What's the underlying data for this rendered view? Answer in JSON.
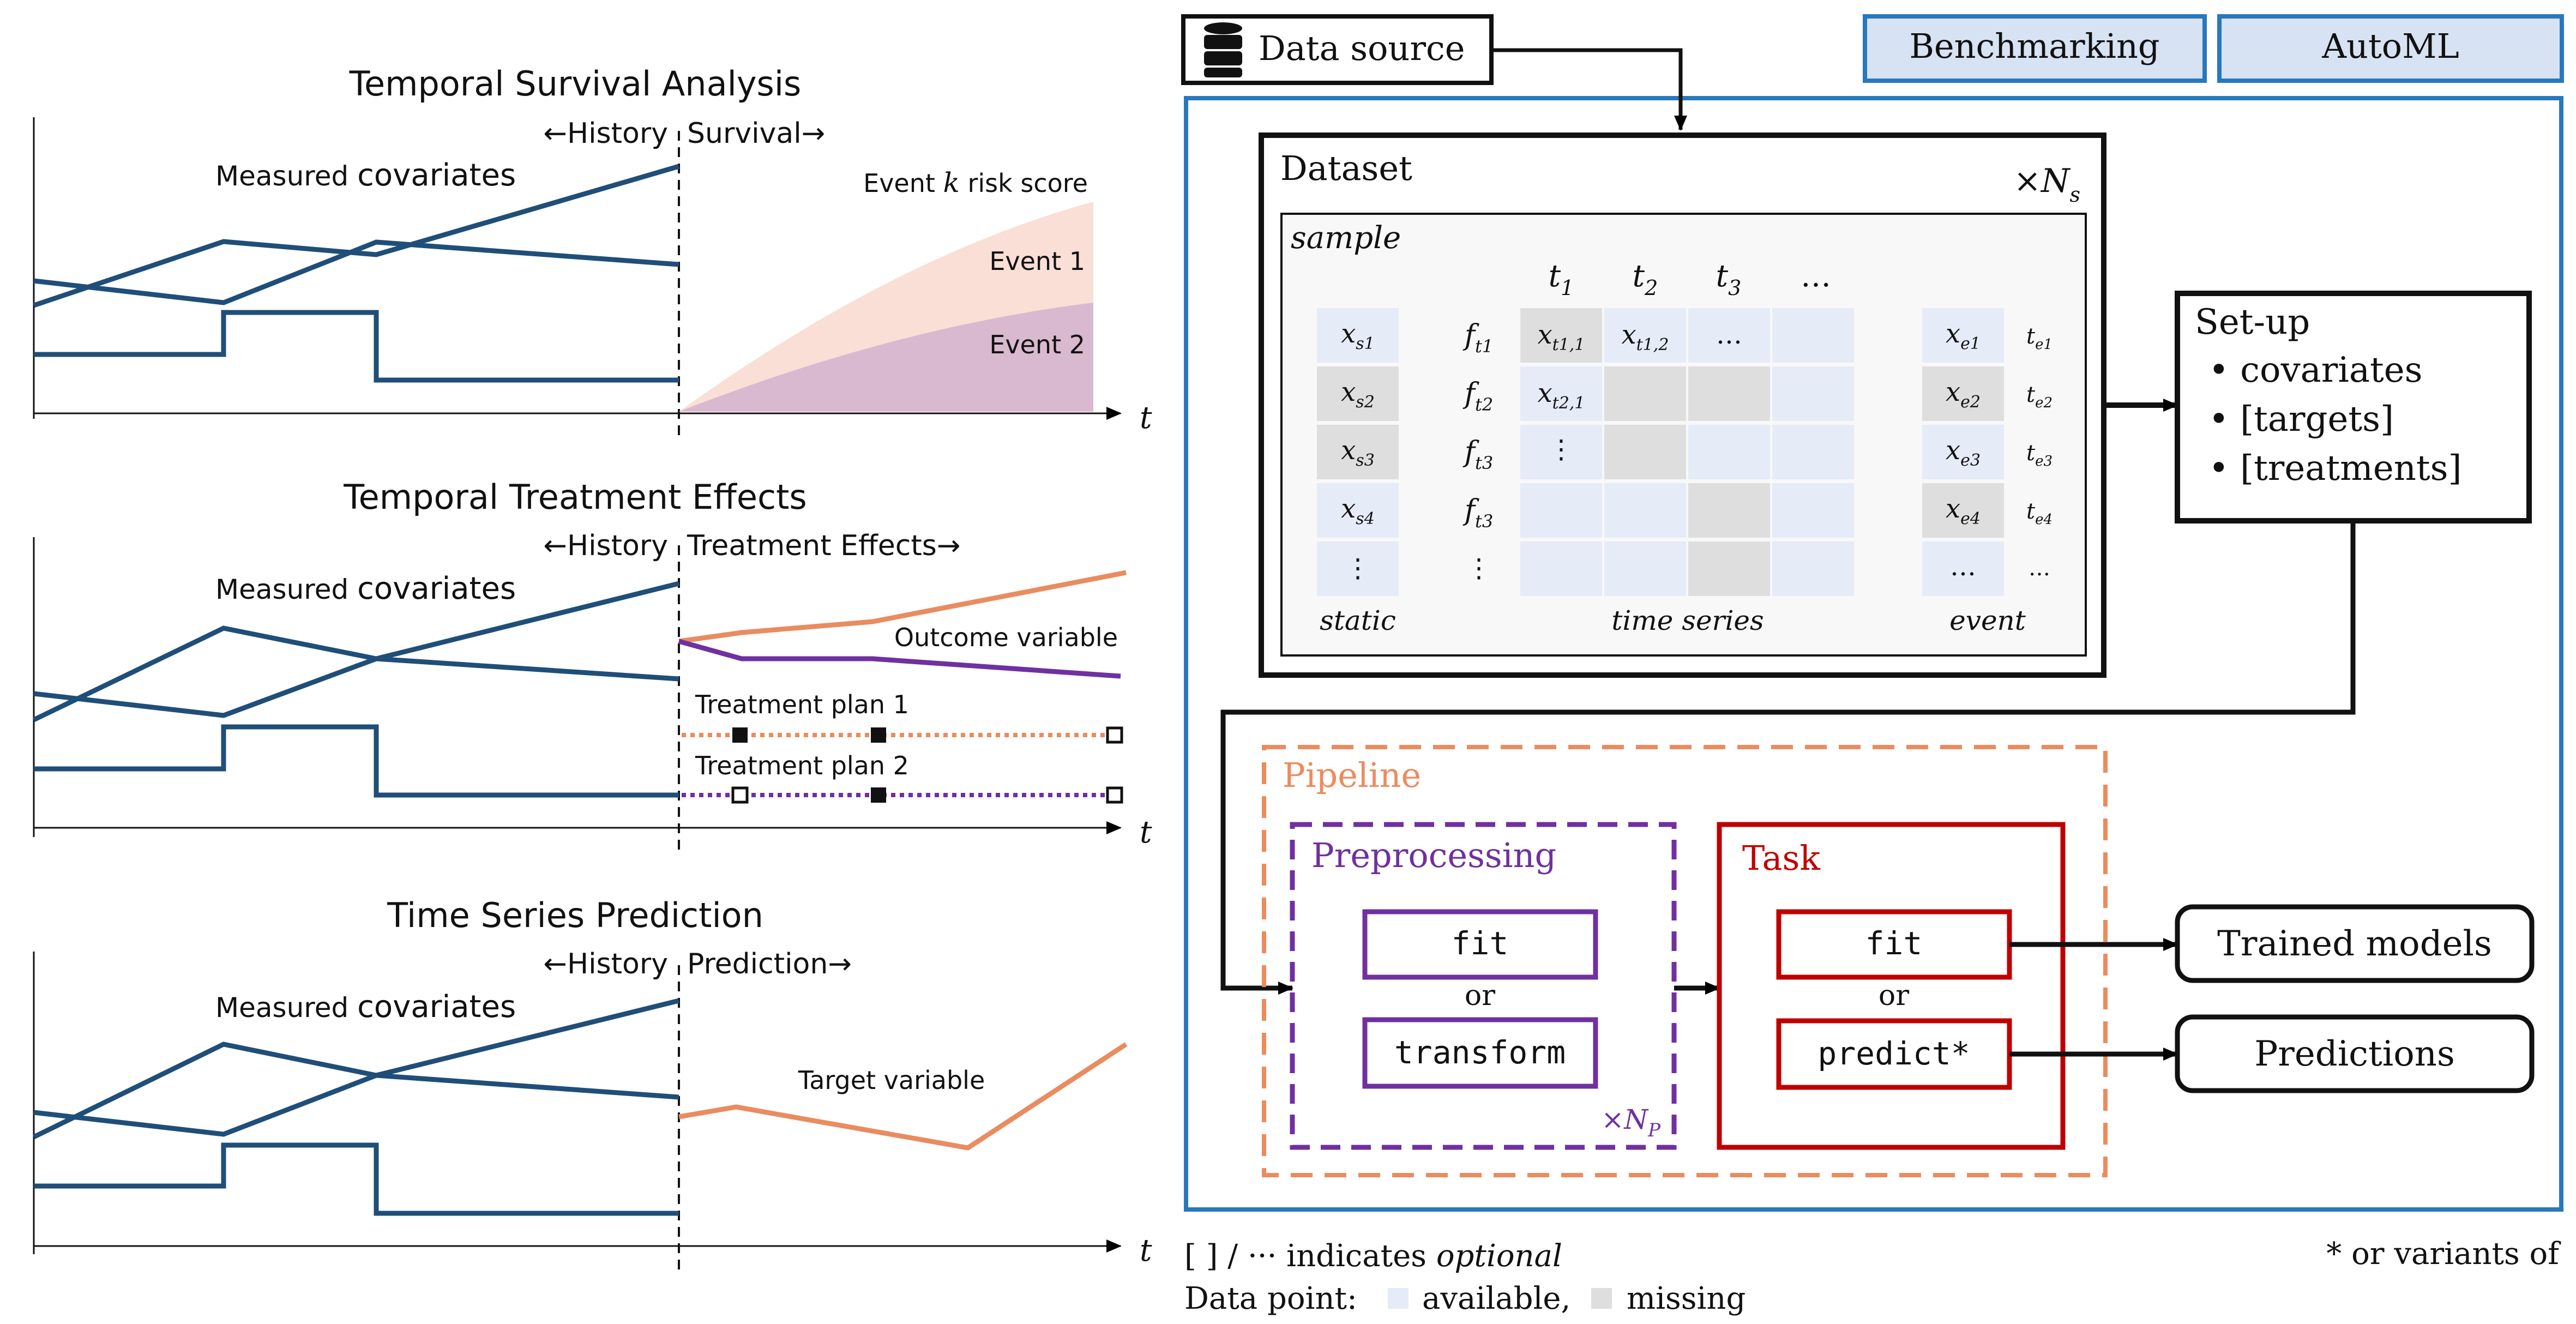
{
  "colors": {
    "covariate_line": "#1f4e79",
    "outcome_orange": "#e98c5f",
    "treatment_purple": "#7030a0",
    "frame_blue": "#2878bd",
    "button_fill": "#d7e2f3",
    "pipeline_orange": "#ec8b5e",
    "task_red": "#c00000",
    "cell_available": "#e6ebf8",
    "cell_missing": "#dedede",
    "event1_fill": "#f9dfd6",
    "event2_fill": "#d9b9cf"
  },
  "panels": [
    {
      "title": "Temporal Survival Analysis",
      "history_label": "←History",
      "future_label": "Survival→",
      "covariates_prefix": "Measured ",
      "covariates_word": "covariates",
      "risk_label_prefix": "Event ",
      "risk_label_k": "k",
      "risk_label_suffix": " risk score",
      "event1_label": "Event 1",
      "event2_label": "Event 2",
      "axis_t": "t"
    },
    {
      "title": "Temporal Treatment Effects",
      "history_label": "←History",
      "future_label": "Treatment Effects→",
      "covariates_prefix": "Measured ",
      "covariates_word": "covariates",
      "outcome_label": "Outcome variable",
      "plan1_label": "Treatment plan 1",
      "plan2_label": "Treatment plan 2",
      "axis_t": "t"
    },
    {
      "title": "Time Series Prediction",
      "history_label": "←History",
      "future_label": "Prediction→",
      "covariates_prefix": "Measured ",
      "covariates_word": "covariates",
      "target_label": "Target variable",
      "axis_t": "t"
    }
  ],
  "framework": {
    "data_source_label": "Data source",
    "benchmarking_label": "Benchmarking",
    "automl_label": "AutoML",
    "dataset_label": "Dataset",
    "dataset_multiplier": "×N",
    "dataset_multiplier_sub": "s",
    "sample_label": "sample",
    "time_headers": [
      "t",
      "t",
      "t",
      "…"
    ],
    "time_header_subs": [
      "1",
      "2",
      "3",
      ""
    ],
    "static_cells": [
      "x",
      "x",
      "x",
      "x",
      "⋮"
    ],
    "static_subs": [
      "s1",
      "s2",
      "s3",
      "s4",
      ""
    ],
    "feature_cells": [
      "f",
      "f",
      "f",
      "f",
      "⋮"
    ],
    "feature_subs": [
      "t1",
      "t2",
      "t3",
      "t3",
      ""
    ],
    "ts_cells": [
      "x",
      "x",
      "…",
      "x",
      "⋮"
    ],
    "ts_subs": [
      "t1,1",
      "t1,2",
      "",
      "t2,1",
      ""
    ],
    "event_cells": [
      "x",
      "x",
      "x",
      "x",
      "…"
    ],
    "event_subs": [
      "e1",
      "e2",
      "e3",
      "e4",
      ""
    ],
    "event_time_cells": [
      "t",
      "t",
      "t",
      "t",
      "…"
    ],
    "event_time_subs": [
      "e1",
      "e2",
      "e3",
      "e4",
      ""
    ],
    "static_caption": "static",
    "ts_caption": "time series",
    "event_caption": "event",
    "setup_title": "Set-up",
    "setup_items": [
      "covariates",
      "[targets]",
      "[treatments]"
    ],
    "pipeline_label": "Pipeline",
    "preprocessing_label": "Preprocessing",
    "preprocessing_fit": "fit",
    "preprocessing_or": "or",
    "preprocessing_transform": "transform",
    "preprocessing_multiplier": "×N",
    "preprocessing_multiplier_sub": "P",
    "task_label": "Task",
    "task_fit": "fit",
    "task_or": "or",
    "task_predict": "predict*",
    "trained_models_label": "Trained models",
    "predictions_label": "Predictions"
  },
  "legend": {
    "optional_prefix": "[ ] / ··· indicates ",
    "optional_word": "optional",
    "variants_note": "* or variants of",
    "datapoint_prefix": "Data point:",
    "available_label": "available,",
    "missing_label": "missing"
  }
}
